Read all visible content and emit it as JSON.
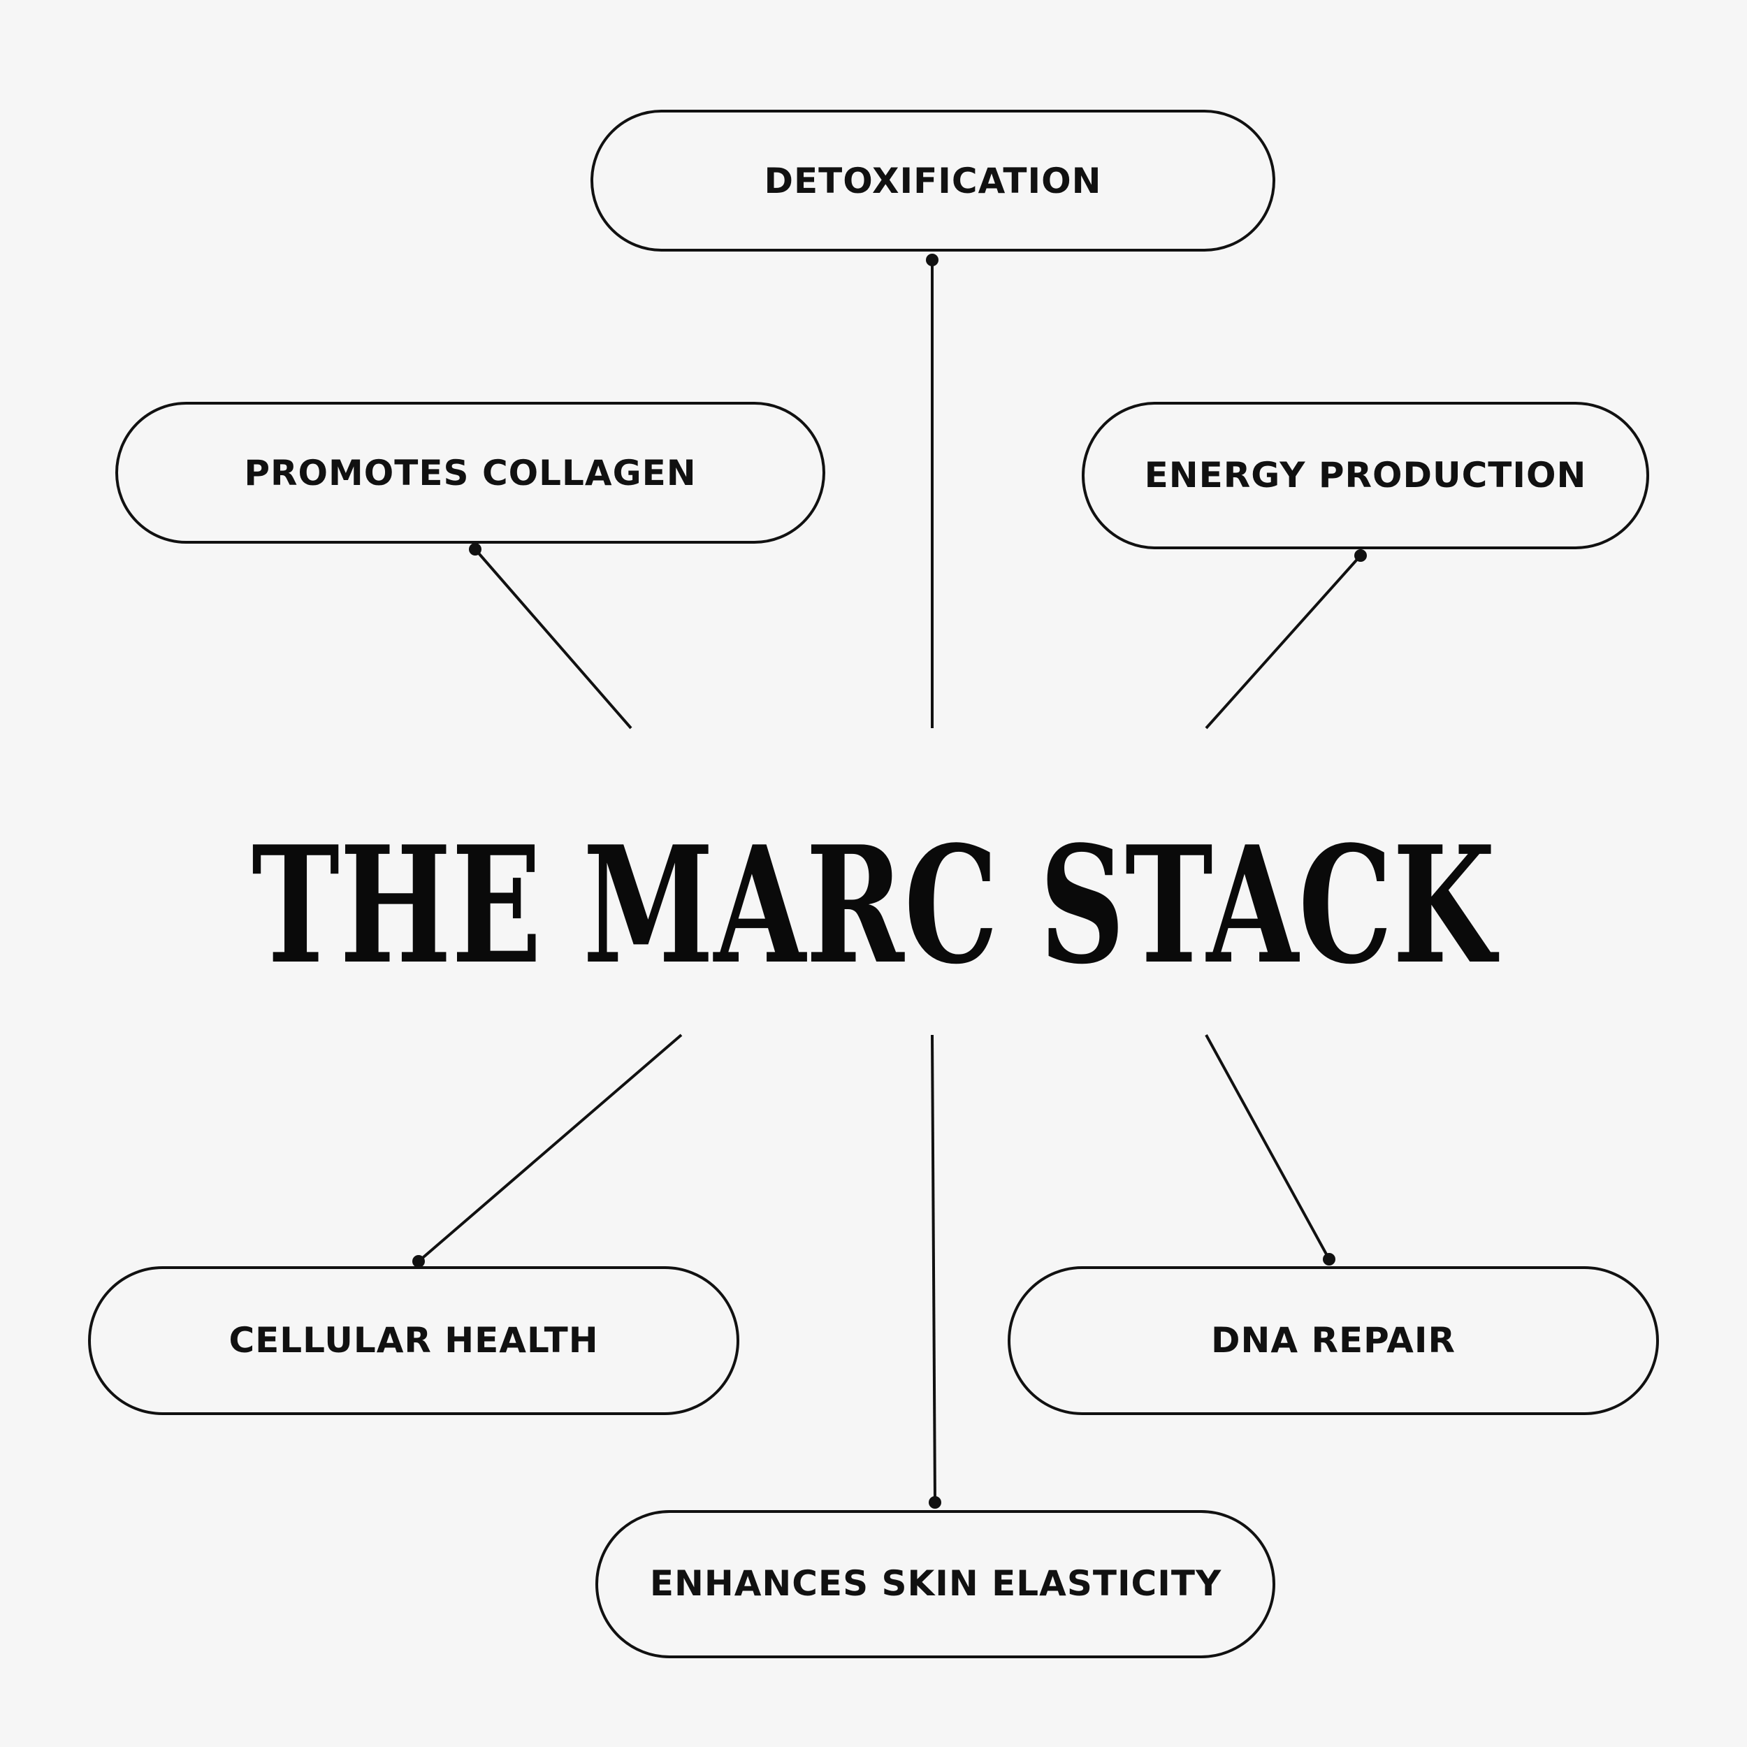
{
  "title": "THE MARC STACK",
  "colors": {
    "background": "#f6f6f6",
    "ink": "#111111"
  },
  "nodes": [
    {
      "id": "detoxification",
      "label": "DETOXIFICATION"
    },
    {
      "id": "promotes-collagen",
      "label": "PROMOTES COLLAGEN"
    },
    {
      "id": "energy-production",
      "label": "ENERGY PRODUCTION"
    },
    {
      "id": "cellular-health",
      "label": "CELLULAR HEALTH"
    },
    {
      "id": "dna-repair",
      "label": "DNA REPAIR"
    },
    {
      "id": "enhances-skin-elasticity",
      "label": "ENHANCES SKIN ELASTICITY"
    }
  ]
}
